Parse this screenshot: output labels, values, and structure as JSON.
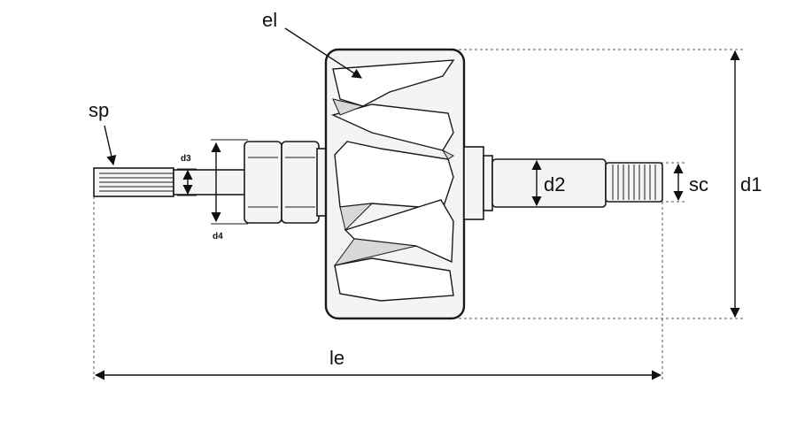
{
  "diagram": {
    "labels": {
      "el": "el",
      "sp": "sp",
      "d3": "d3",
      "d4": "d4",
      "d2": "d2",
      "sc": "sc",
      "d1": "d1",
      "le": "le"
    }
  }
}
